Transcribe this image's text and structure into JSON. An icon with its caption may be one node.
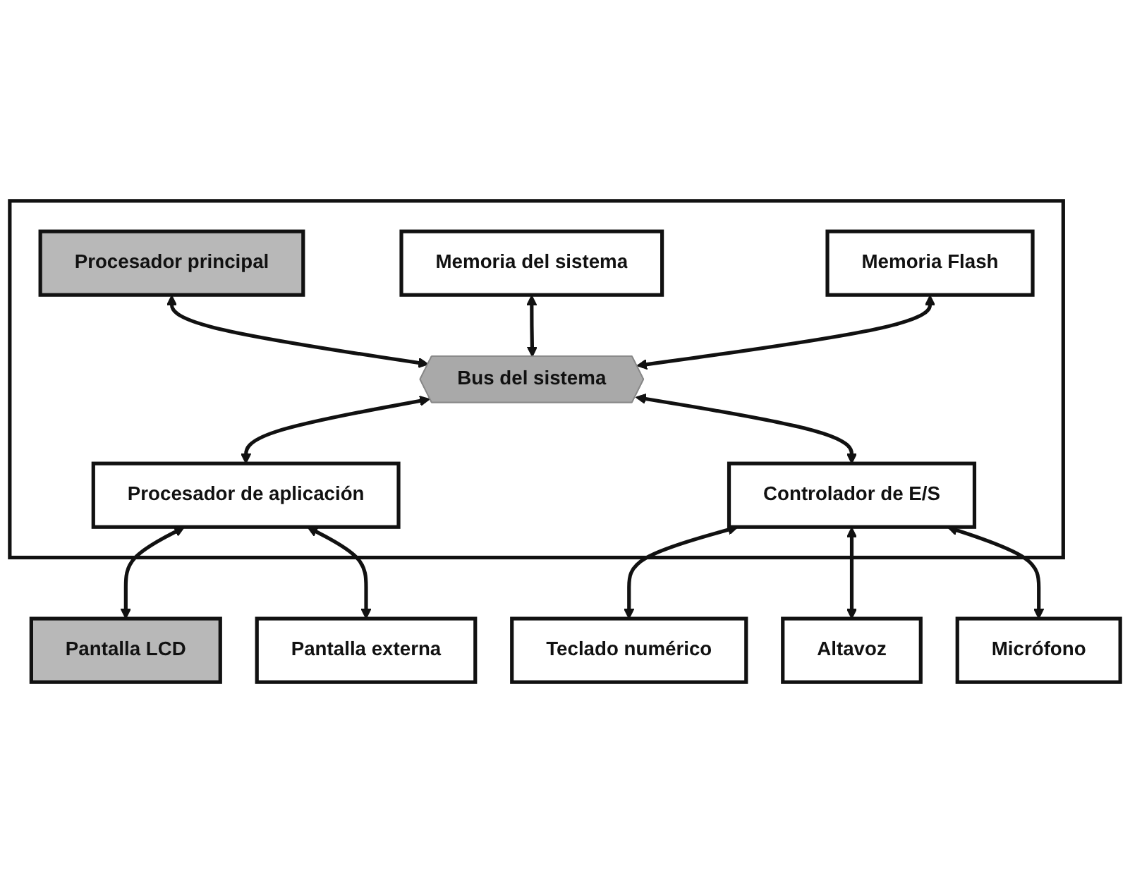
{
  "diagram": {
    "nodes": [
      {
        "text": [],
        "shape": "box"
      },
      {
        "text": [
          "Procesador principal"
        ],
        "in": 0
      },
      {
        "text": [
          "Memoria del sistema"
        ],
        "in": 0
      },
      {
        "text": [
          "Memoria Flash"
        ],
        "in": 0
      },
      {
        "text": [
          "Bus del sistema"
        ],
        "in": 0
      },
      {
        "text": [
          "Procesador de aplicación"
        ],
        "in": 0
      },
      {
        "text": [
          "Controlador de E/S"
        ],
        "in": 0
      },
      {
        "text": [
          "Pantalla LCD"
        ]
      },
      {
        "text": [
          "Pantalla externa"
        ]
      },
      {
        "text": [
          "Teclado numérico"
        ]
      },
      {
        "text": [
          "Altavoz"
        ]
      },
      {
        "text": [
          "Micrófono"
        ]
      }
    ],
    "edges": [
      {
        "from": 1,
        "to": 4,
        "arrow": "both"
      },
      {
        "from": 2,
        "to": 4,
        "arrow": "both"
      },
      {
        "from": 3,
        "to": 4,
        "arrow": "both"
      },
      {
        "from": 4,
        "to": 5,
        "arrow": "both"
      },
      {
        "from": 4,
        "to": 6,
        "arrow": "both"
      },
      {
        "from": 5,
        "to": 7,
        "arrow": "both"
      },
      {
        "from": 5,
        "to": 8,
        "arrow": "both"
      },
      {
        "from": 6,
        "to": 9,
        "arrow": "both"
      },
      {
        "from": 6,
        "to": 10,
        "arrow": "both"
      },
      {
        "from": 6,
        "to": 11,
        "arrow": "both"
      }
    ]
  }
}
